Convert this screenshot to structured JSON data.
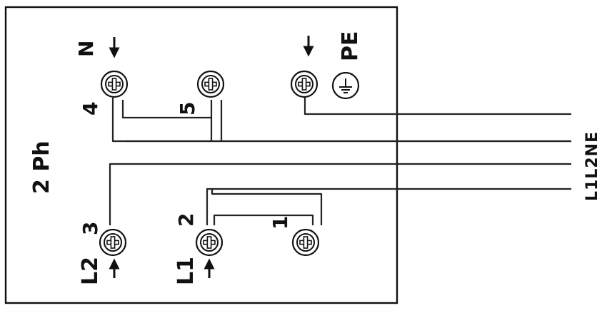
{
  "diagram": {
    "title": "2 Ph",
    "terminals": [
      {
        "id": "t4",
        "number": "4",
        "conductor": "N",
        "arrow": "down"
      },
      {
        "id": "t5",
        "number": "5",
        "conductor": "",
        "arrow": ""
      },
      {
        "id": "tpe",
        "number": "",
        "conductor": "PE",
        "arrow": "down",
        "symbol": "ground-icon"
      },
      {
        "id": "t3",
        "number": "3",
        "conductor": "L2",
        "arrow": "up"
      },
      {
        "id": "t2",
        "number": "2",
        "conductor": "L1",
        "arrow": "up"
      },
      {
        "id": "t1",
        "number": "1",
        "conductor": "",
        "arrow": ""
      }
    ],
    "outputs": [
      "E",
      "N",
      "L2",
      "L1"
    ],
    "output_label": "L1L2NE"
  }
}
